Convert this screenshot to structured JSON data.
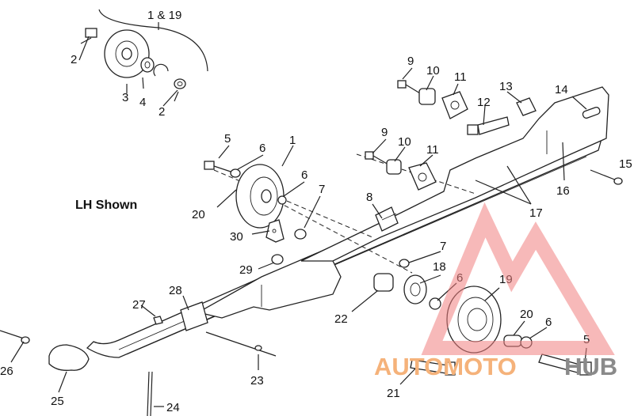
{
  "diagram": {
    "caption": "LH Shown",
    "callouts": {
      "c1_19": "1 & 19",
      "c2a": "2",
      "c2b": "2",
      "c3": "3",
      "c4": "4",
      "c5a": "5",
      "c5b": "5",
      "c6a": "6",
      "c6b": "6",
      "c6c": "6",
      "c6d": "6",
      "c1": "1",
      "c7a": "7",
      "c7b": "7",
      "c8": "8",
      "c9a": "9",
      "c9b": "9",
      "c10a": "10",
      "c10b": "10",
      "c11a": "11",
      "c11b": "11",
      "c12": "12",
      "c13": "13",
      "c14": "14",
      "c15": "15",
      "c16": "16",
      "c17": "17",
      "c18": "18",
      "c19": "19",
      "c20a": "20",
      "c20b": "20",
      "c21": "21",
      "c22": "22",
      "c23": "23",
      "c24": "24",
      "c25": "25",
      "c26": "26",
      "c27": "27",
      "c28": "28",
      "c29": "29",
      "c30": "30"
    }
  },
  "watermark": {
    "part1": "AUTOMOTO",
    "part2": "HUB",
    "color_logo": "#f08080",
    "color_text_orange": "#f5b27a",
    "color_text_gray": "#8a8a8a"
  }
}
